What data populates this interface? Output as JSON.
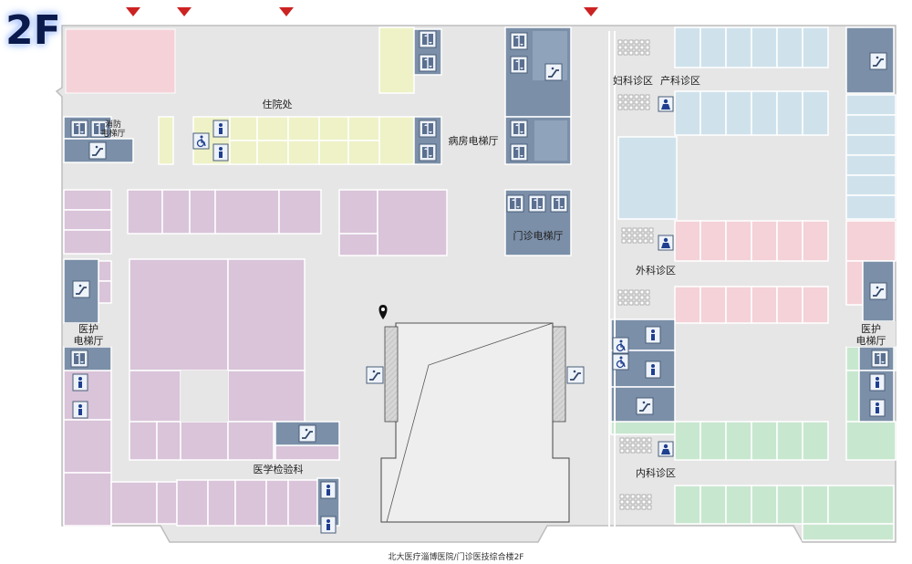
{
  "floor": "2F",
  "footer": "北大医疗淄博医院/门诊医技综合楼2F",
  "labels": {
    "inpatient": "住院处",
    "fire_elevator": "消防\n电梯厅",
    "ward_elevator": "病房电梯厅",
    "outpatient_elevator": "门诊电梯厅",
    "gynecology": "妇科诊区",
    "obstetrics": "产科诊区",
    "surgery": "外科诊区",
    "internal_medicine": "内科诊区",
    "lab": "医学检验科",
    "staff_elevator_left": "医护\n电梯厅",
    "staff_elevator_right": "医护\n电梯厅"
  },
  "icons": [
    "entrance-marker-icon",
    "elevator-icon",
    "escalator-icon",
    "restroom-icon",
    "accessible-icon",
    "nurse-station-icon",
    "location-pin-icon",
    "seating-icon"
  ],
  "colors": {
    "background": "#e6e6e6",
    "outline": "#bdbdbd",
    "pink": "#f4d2d8",
    "yellow": "#eef2c6",
    "purple": "#d9c4d9",
    "blue": "#cfe2ec",
    "green": "#c8e7cf",
    "service": "#7b8fa8",
    "entrance": "#cc2222"
  }
}
